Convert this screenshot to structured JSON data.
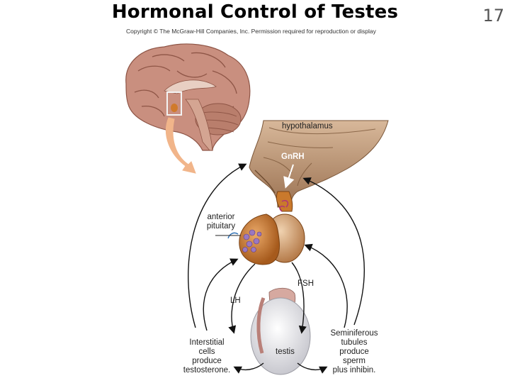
{
  "slide": {
    "title": "Hormonal Control of Testes",
    "number": "17",
    "copyright": "Copyright © The McGraw-Hill Companies, Inc. Permission required for reproduction or display"
  },
  "labels": {
    "hypothalamus": "hypothalamus",
    "gnrh": "GnRH",
    "anterior_pituitary": [
      "anterior",
      "pituitary"
    ],
    "fsh": "FSH",
    "lh": "LH",
    "testis": "testis",
    "interstitial": [
      "Interstitial",
      "cells",
      "produce",
      "testosterone."
    ],
    "seminiferous": [
      "Seminiferous",
      "tubules",
      "produce",
      "sperm",
      "plus inhibin."
    ]
  },
  "colors": {
    "brain": "#c98f7f",
    "brain_dark": "#8e5546",
    "hypothalamus": "#b08a6a",
    "pituitary": "#c9792c",
    "testis": "#e7e7ea",
    "arrow_orange": "#f1b58a",
    "arrow_black": "#111111"
  }
}
